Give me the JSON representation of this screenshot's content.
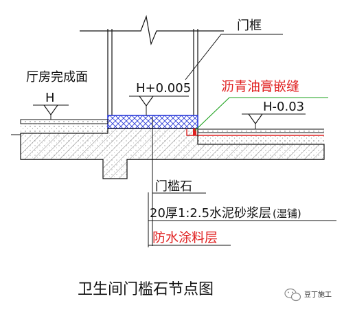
{
  "labels": {
    "door_frame": "门框",
    "hall_finish": "厅房完成面",
    "level_hall": "H",
    "level_sill": "H+0.005",
    "level_bath": "H-0.03",
    "asphalt_joint": "沥青油膏嵌缝",
    "sill_stone": "门槛石",
    "mortar_layer": "20厚1:2.5水泥砂浆层",
    "mortar_layer_note": "(湿铺)",
    "waterproof_layer": "防水涂料层"
  },
  "caption": "卫生间门槛石节点图",
  "watermark": "豆丁施工",
  "colors": {
    "line": "#111111",
    "red": "#e02020",
    "green": "#1aa01a",
    "blue": "#2a3ad8"
  }
}
